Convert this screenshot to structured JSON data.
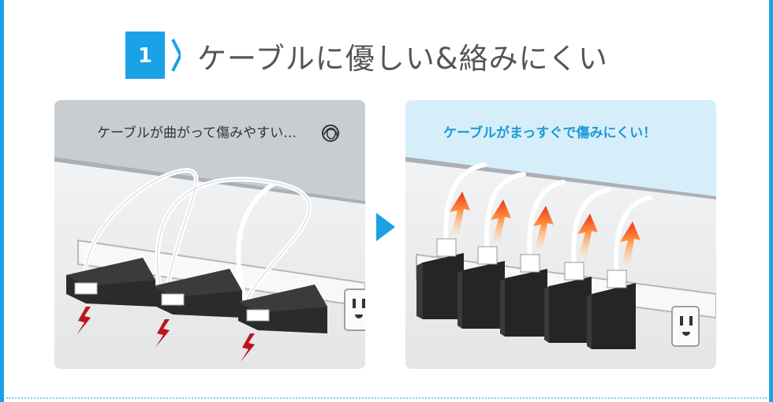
{
  "heading": {
    "number": "1",
    "title": "ケーブルに優しい&絡みにくい"
  },
  "before_panel": {
    "caption": "ケーブルが曲がって傷みやすい…"
  },
  "after_panel": {
    "caption": "ケーブルがまっすぐで傷みにくい！"
  },
  "colors": {
    "accent": "#1aa1e6",
    "caption_blue": "#1a9ad6",
    "heading_text": "#555555",
    "damage_red": "#c0121a"
  },
  "icons": {
    "divider": "right-triangle-arrow",
    "damage": "lightning-bolt-icon",
    "tangle": "scribble-icon",
    "flow": "up-arrow-gradient-icon"
  }
}
